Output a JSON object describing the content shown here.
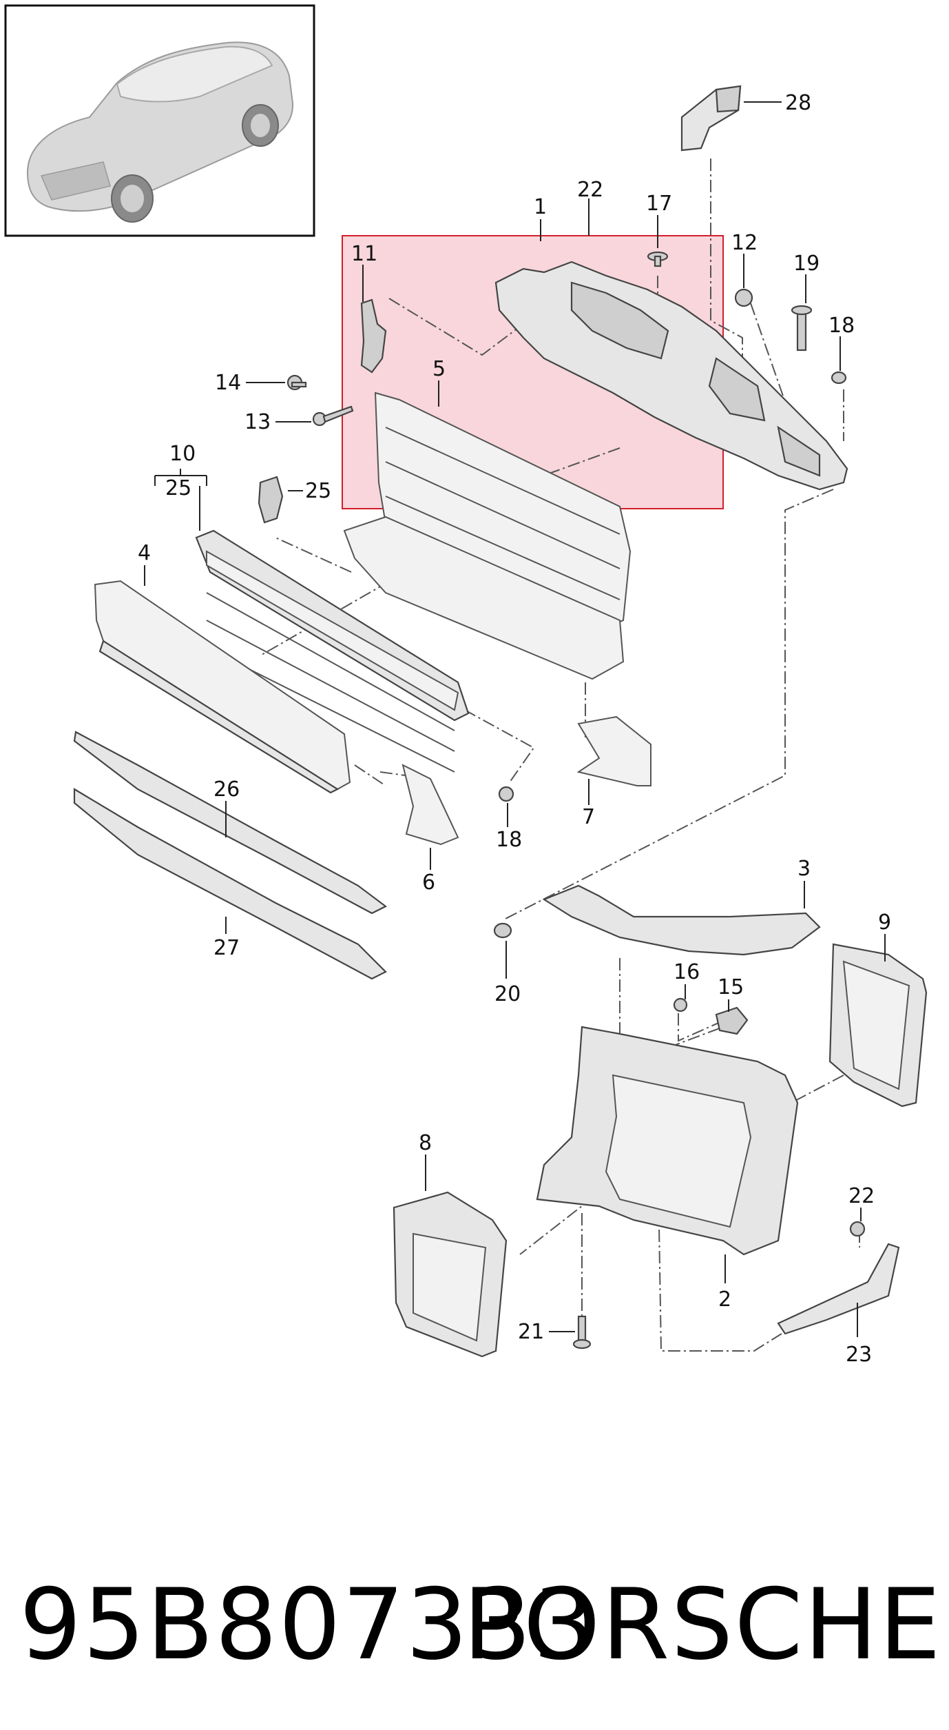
{
  "diagram": {
    "callouts": [
      "1",
      "2",
      "3",
      "4",
      "5",
      "6",
      "7",
      "8",
      "9",
      "10",
      "11",
      "12",
      "13",
      "14",
      "15",
      "16",
      "17",
      "18",
      "18",
      "19",
      "20",
      "21",
      "22",
      "22",
      "23",
      "25",
      "25",
      "26",
      "27",
      "28"
    ],
    "highlight_color": "#f8d6dc",
    "highlight_border": "#d21f2a"
  },
  "footer": {
    "part_number": "95B807333",
    "brand": "PORSCHE"
  }
}
